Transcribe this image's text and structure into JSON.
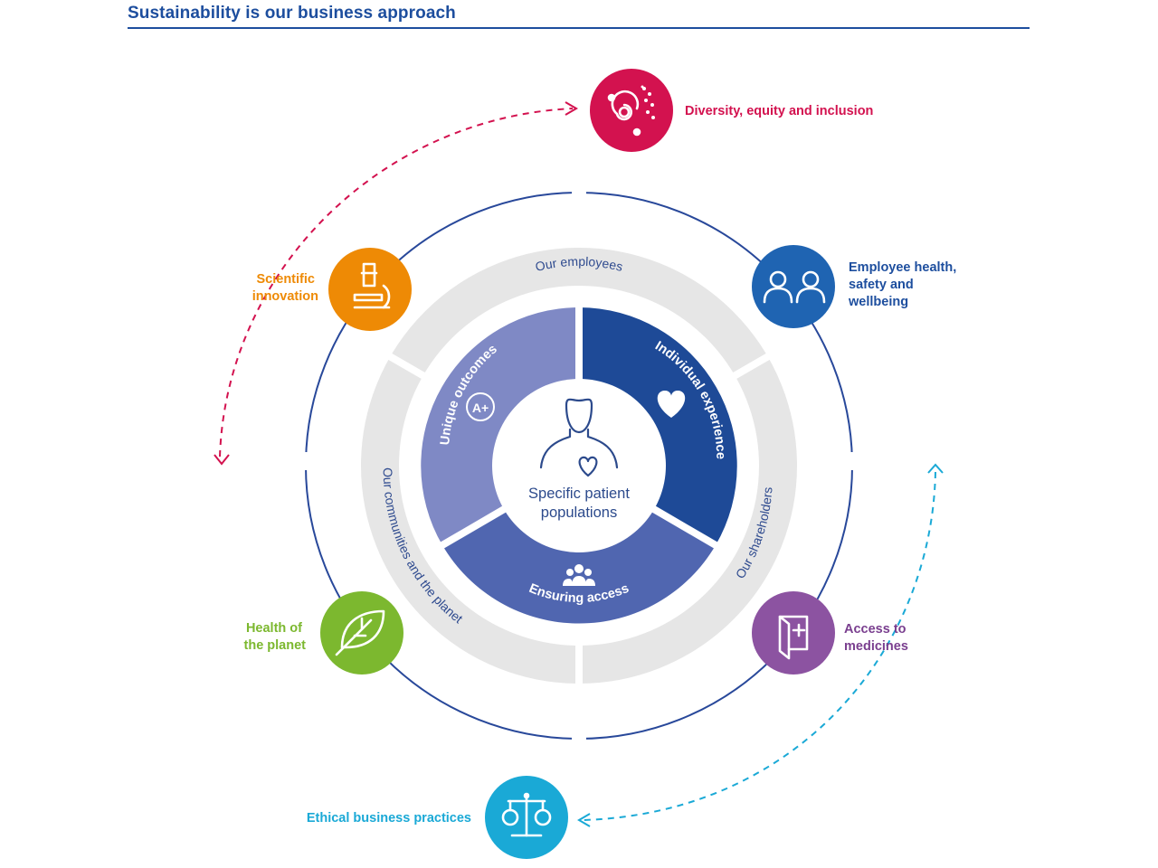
{
  "title": "Sustainability is our business approach",
  "center": {
    "line1": "Specific patient",
    "line2": "populations"
  },
  "inner_segments": {
    "unique_outcomes": "Unique outcomes",
    "individual_experience": "Individual experience",
    "ensuring_access": "Ensuring access",
    "badge": "A+"
  },
  "stakeholder_ring": {
    "employees": "Our employees",
    "shareholders": "Our shareholders",
    "communities": "Our communities and the planet"
  },
  "pillars": [
    {
      "id": "dei",
      "lines": [
        "Diversity, equity and inclusion"
      ],
      "color": "#d3124f",
      "icon": "spiral-dots-icon"
    },
    {
      "id": "employee-health",
      "lines": [
        "Employee health,",
        "safety and",
        "wellbeing"
      ],
      "color": "#1f64b2",
      "icon": "people-icon"
    },
    {
      "id": "access",
      "lines": [
        "Access to",
        "medicines"
      ],
      "color": "#8c53a1",
      "icon": "door-plus-icon"
    },
    {
      "id": "ethical",
      "lines": [
        "Ethical business practices"
      ],
      "color": "#1aa9d6",
      "icon": "scales-icon"
    },
    {
      "id": "planet",
      "lines": [
        "Health of",
        "the planet"
      ],
      "color": "#7cb82f",
      "icon": "leaf-icon"
    },
    {
      "id": "science",
      "lines": [
        "Scientific",
        "innovation"
      ],
      "color": "#ee8a05",
      "icon": "microscope-icon"
    }
  ],
  "colors": {
    "title": "#1d4e9e",
    "ring_line": "#28489a",
    "gray_ring": "#e6e6e6",
    "seg_unique": "#7f89c5",
    "seg_individual": "#1e4a97",
    "seg_access": "#5066b0",
    "arrow_pink": "#d3124f",
    "arrow_cyan": "#1aa9d6"
  }
}
